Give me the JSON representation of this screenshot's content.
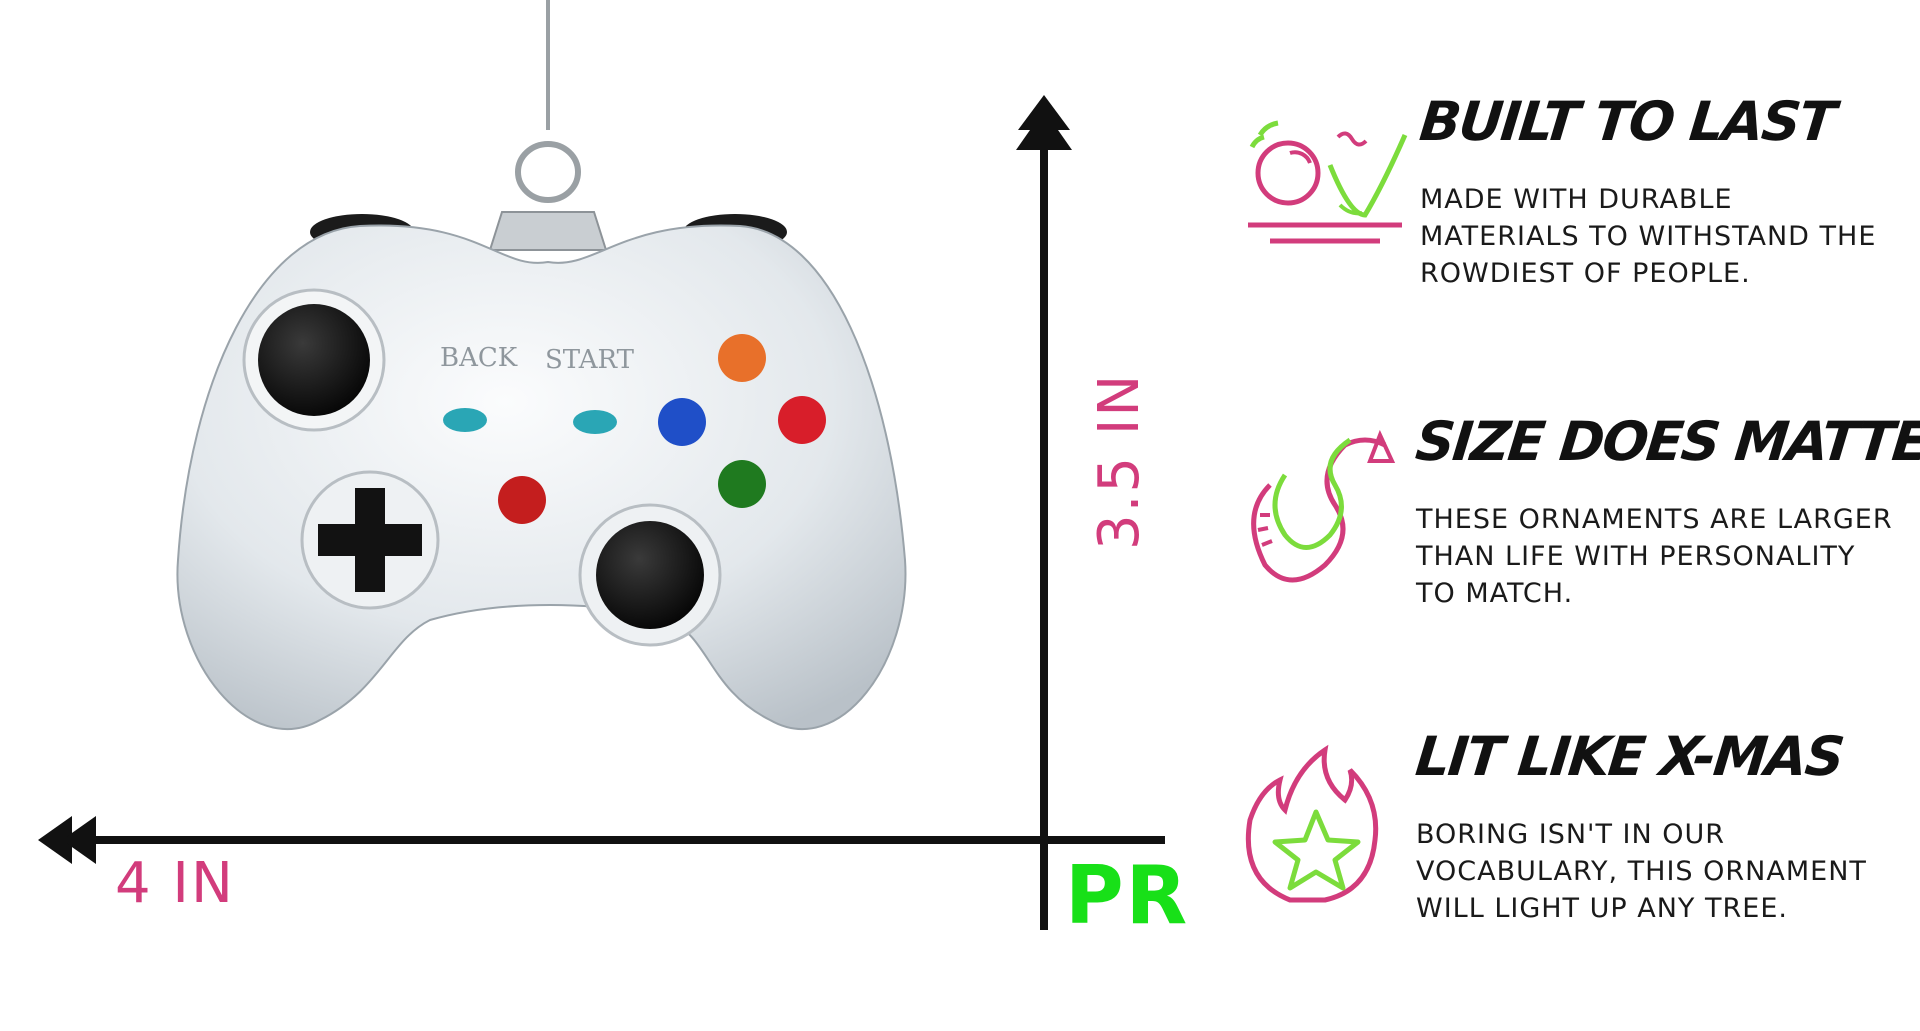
{
  "dimensions": {
    "width_label": "4 IN",
    "height_label": "3.5 IN"
  },
  "brand_mark": "PR",
  "product": {
    "button_labels": [
      "BACK",
      "START"
    ],
    "body_color": "#e8ecef",
    "face_button_colors": {
      "top": "#e8702a",
      "left": "#1f4fc8",
      "right": "#d81e2a",
      "bottom": "#1f7a1f"
    }
  },
  "colors": {
    "accent_pink": "#d23c7c",
    "accent_green": "#7cdc3c",
    "brand_green": "#18e018",
    "axis": "#111111"
  },
  "features": [
    {
      "icon": "bouncing-ball-icon",
      "title": "Built to last",
      "description": "Made with durable materials to withstand the rowdiest of people."
    },
    {
      "icon": "measuring-tape-icon",
      "title": "Size does matter",
      "description": "These ornaments are larger than life with personality to match."
    },
    {
      "icon": "flaming-star-icon",
      "title": "Lit like X-mas",
      "description": "Boring isn't in our vocabulary, this ornament will light up any tree."
    }
  ]
}
